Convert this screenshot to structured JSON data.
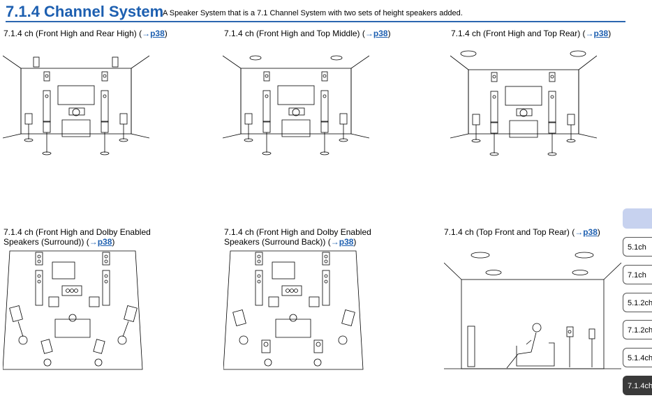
{
  "header": {
    "title": "7.1.4 Channel System",
    "subtitle": "A Speaker System that is a 7.1 Channel System with two sets of height speakers added."
  },
  "configs": [
    {
      "caption": "7.1.4 ch (Front High and Rear High) (",
      "link": "p38",
      "close": ")"
    },
    {
      "caption": "7.1.4 ch (Front High and Top Middle) (",
      "link": "p38",
      "close": ")"
    },
    {
      "caption": "7.1.4 ch (Front High and Top Rear) (",
      "link": "p38",
      "close": ")"
    },
    {
      "caption": "7.1.4 ch (Front High and Dolby Enabled",
      "caption2": "Speakers (Surround)) (",
      "link": "p38",
      "close": ")"
    },
    {
      "caption": "7.1.4 ch (Front High and Dolby Enabled",
      "caption2": "Speakers (Surround Back)) (",
      "link": "p38",
      "close": ")"
    },
    {
      "caption": "7.1.4 ch (Top Front and Top Rear) (",
      "link": "p38",
      "close": ")"
    }
  ],
  "arrow": "→",
  "side_tabs": [
    {
      "label": "5.1ch"
    },
    {
      "label": "7.1ch"
    },
    {
      "label": "5.1.2ch"
    },
    {
      "label": "7.1.2ch"
    },
    {
      "label": "5.1.4ch"
    },
    {
      "label": "7.1.4ch",
      "active": true
    }
  ]
}
